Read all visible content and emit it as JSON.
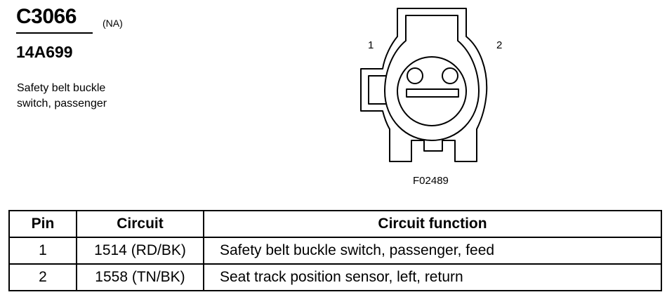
{
  "header": {
    "connector_id": "C3066",
    "market": "(NA)",
    "part_number": "14A699",
    "description_lines": [
      "Safety belt buckle",
      "switch, passenger"
    ]
  },
  "diagram": {
    "pin_labels": [
      "1",
      "2"
    ],
    "figure_code": "F02489"
  },
  "table": {
    "columns": [
      "Pin",
      "Circuit",
      "Circuit function"
    ],
    "rows": [
      {
        "pin": "1",
        "circuit": "1514 (RD/BK)",
        "function": "Safety belt buckle switch, passenger, feed"
      },
      {
        "pin": "2",
        "circuit": "1558 (TN/BK)",
        "function": "Seat track position sensor, left, return"
      }
    ]
  }
}
